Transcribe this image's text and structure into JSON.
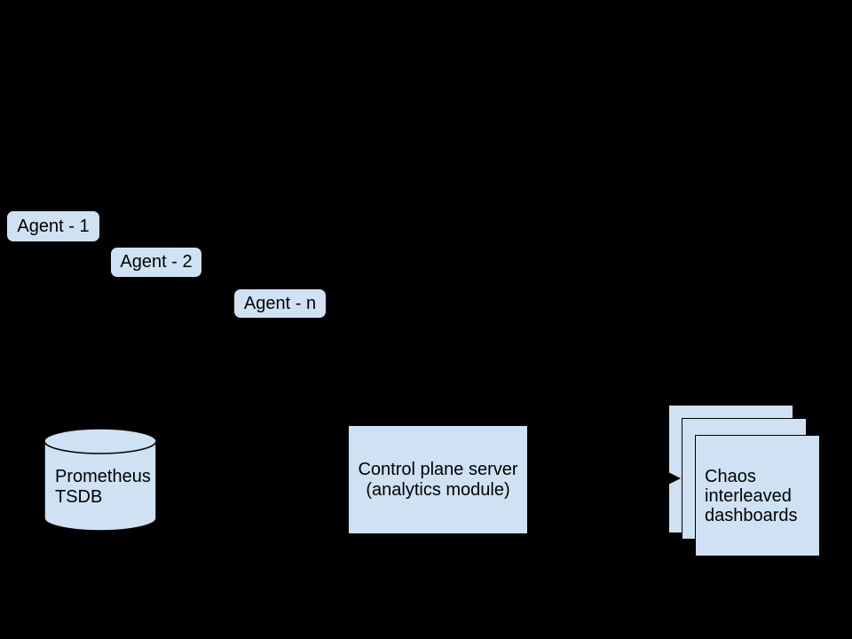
{
  "diagram": {
    "colors": {
      "background": "#000000",
      "node_fill": "#cfe2f3",
      "node_stroke": "#000000",
      "text": "#000000",
      "arrow": "#000000"
    },
    "agents": [
      {
        "label": "Agent - 1"
      },
      {
        "label": "Agent - 2"
      },
      {
        "label": "Agent - n"
      }
    ],
    "tsdb": {
      "line1": "Prometheus",
      "line2": "TSDB"
    },
    "control_plane": {
      "line1": "Control plane server",
      "line2": "(analytics module)"
    },
    "dashboards": {
      "line1": "Chaos",
      "line2": "interleaved",
      "line3": "dashboards"
    }
  }
}
